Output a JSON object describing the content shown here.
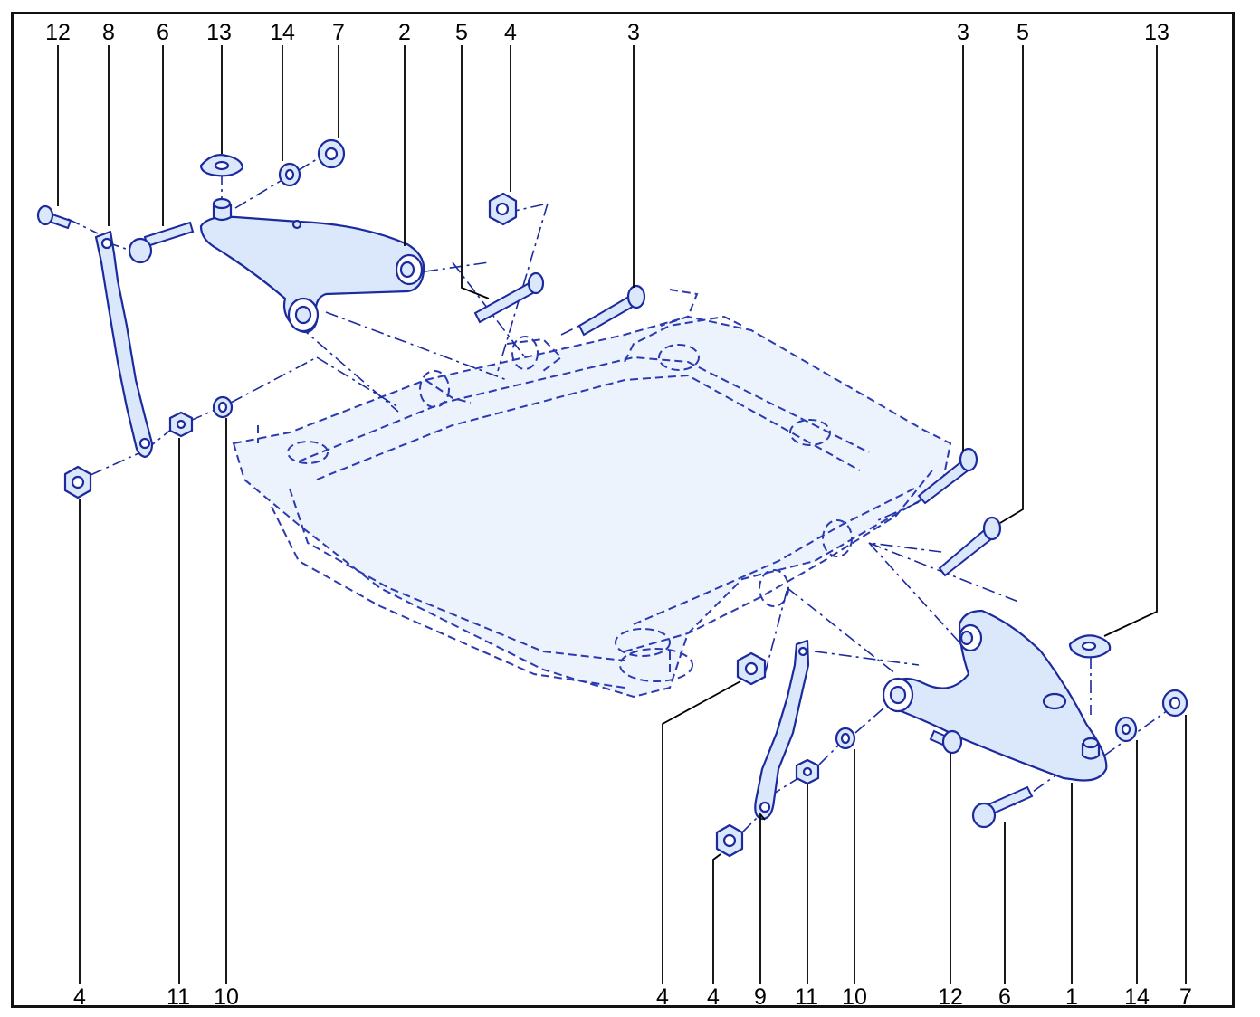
{
  "callouts_top": [
    "12",
    "8",
    "6",
    "13",
    "14",
    "7",
    "2",
    "5",
    "4",
    "3",
    "3",
    "5",
    "13"
  ],
  "callouts_bottom": [
    "4",
    "11",
    "10",
    "4",
    "4",
    "9",
    "11",
    "10",
    "12",
    "6",
    "1",
    "14",
    "7"
  ],
  "colors": {
    "line": "#1b2a9e",
    "fill": "#dbe8fb",
    "frame": "#111111"
  }
}
